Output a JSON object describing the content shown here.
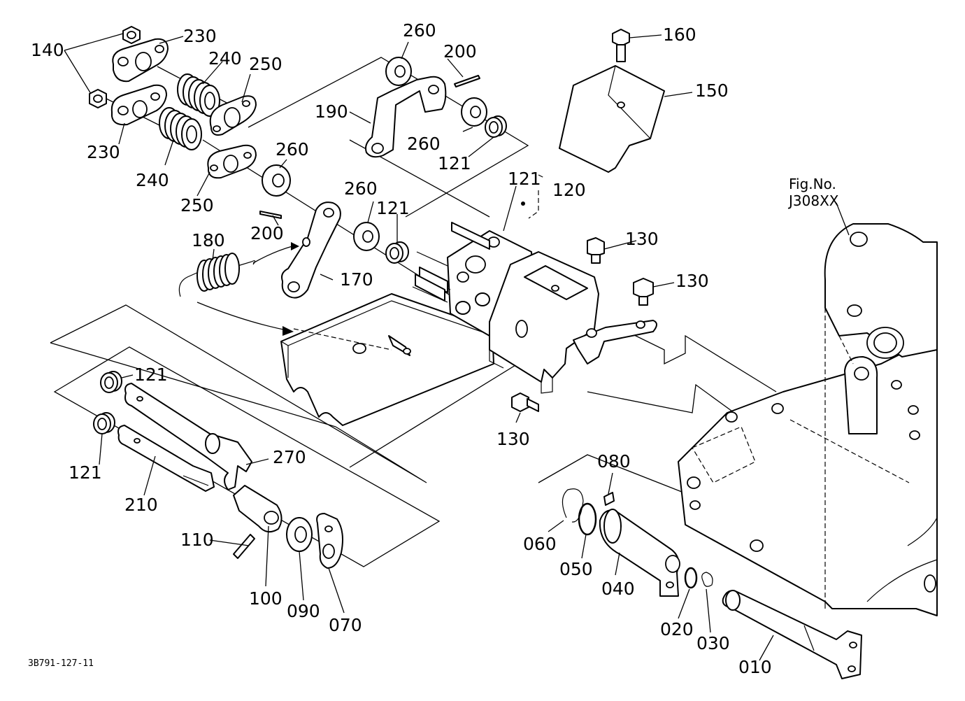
{
  "figure": {
    "drawing_code": "3B791-127-11",
    "reference_fig": {
      "line1": "Fig.No.",
      "line2": "J308XX"
    }
  },
  "labels": {
    "p010": "010",
    "p020": "020",
    "p030": "030",
    "p040": "040",
    "p050": "050",
    "p060": "060",
    "p070": "070",
    "p080": "080",
    "p090": "090",
    "p100": "100",
    "p110": "110",
    "p120": "120",
    "p121_a": "121",
    "p121_b": "121",
    "p121_c": "121",
    "p121_d": "121",
    "p121_e": "121",
    "p130_a": "130",
    "p130_b": "130",
    "p130_c": "130",
    "p140": "140",
    "p150": "150",
    "p160": "160",
    "p170": "170",
    "p180": "180",
    "p190": "190",
    "p200_a": "200",
    "p200_b": "200",
    "p210": "210",
    "p230_a": "230",
    "p230_b": "230",
    "p240_a": "240",
    "p240_b": "240",
    "p250_a": "250",
    "p250_b": "250",
    "p260_a": "260",
    "p260_b": "260",
    "p260_c": "260",
    "p260_d": "260",
    "p270": "270"
  }
}
